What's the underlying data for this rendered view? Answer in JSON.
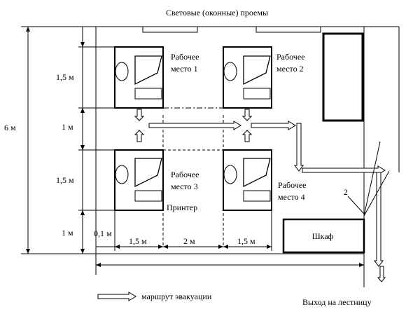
{
  "title": "Световые (оконные) проемы",
  "workstations": [
    {
      "line1": "Рабочее",
      "line2": "место 1"
    },
    {
      "line1": "Рабочее",
      "line2": "место 2"
    },
    {
      "line1": "Рабочее",
      "line2": "место 3"
    },
    {
      "line1": "Рабочее",
      "line2": "место 4"
    }
  ],
  "printer_label": "Принтер",
  "cabinet_label": "Шкаф",
  "door_number": "2",
  "exit_label": "Выход на лестницу",
  "legend_label": "маршрут эвакуации",
  "vertical_dims": {
    "total": "6 м",
    "row1": "1,5 м",
    "aisle": "1 м",
    "row2": "1,5 м",
    "bottom": "1 м"
  },
  "horizontal_dims": {
    "wall_gap": "0,1 м",
    "desk1": "1,5 м",
    "between": "2 м",
    "desk2": "1,5 м"
  }
}
